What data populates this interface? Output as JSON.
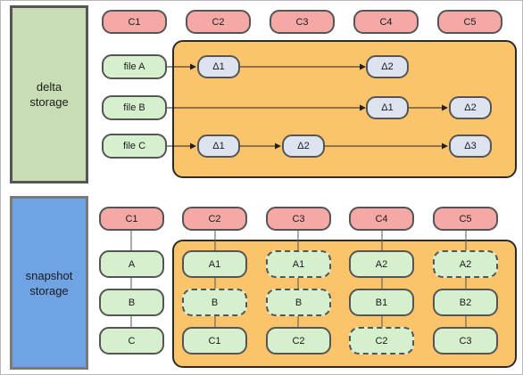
{
  "labels": {
    "delta_storage": "delta\nstorage",
    "snapshot_storage": "snapshot\nstorage"
  },
  "top_commits": [
    "C1",
    "C2",
    "C3",
    "C4",
    "C5"
  ],
  "delta_rows": [
    {
      "file": "file A",
      "deltas": [
        "Δ1",
        "Δ2"
      ]
    },
    {
      "file": "file B",
      "deltas": [
        "Δ1",
        "Δ2"
      ]
    },
    {
      "file": "file C",
      "deltas": [
        "Δ1",
        "Δ2",
        "Δ3"
      ]
    }
  ],
  "snapshot_commits": [
    "C1",
    "C2",
    "C3",
    "C4",
    "C5"
  ],
  "snapshot_columns": [
    [
      "A",
      "B",
      "C"
    ],
    [
      "A1",
      "B",
      "C1"
    ],
    [
      "A1",
      "B",
      "C2"
    ],
    [
      "A2",
      "B1",
      "C2"
    ],
    [
      "A2",
      "B2",
      "C3"
    ]
  ],
  "colors": {
    "commit": "#f5a9a6",
    "file": "#d6efcd",
    "delta": "#dde3ef",
    "orange_area": "#fbc46a",
    "delta_panel": "#c8ddb3",
    "snapshot_panel": "#6fa3e4"
  }
}
